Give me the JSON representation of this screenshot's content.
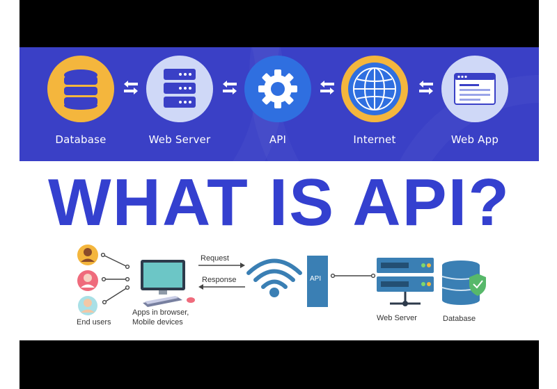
{
  "banner": {
    "items": [
      {
        "label": "Database",
        "icon": "database-icon",
        "ring": "#f4b63d"
      },
      {
        "label": "Web Server",
        "icon": "server-icon",
        "ring": "#cfd8f7"
      },
      {
        "label": "API",
        "icon": "gear-icon",
        "ring": "#2f6fe0"
      },
      {
        "label": "Internet",
        "icon": "globe-icon",
        "ring": "#f4b63d"
      },
      {
        "label": "Web App",
        "icon": "browser-window-icon",
        "ring": "#cfd8f7"
      }
    ],
    "background": "#3a40c6",
    "label_color": "#ffffff"
  },
  "headline": {
    "text": "WHAT IS API?",
    "color": "#3440cf"
  },
  "diagram": {
    "end_users_label": "End users",
    "apps_label_line1": "Apps in browser,",
    "apps_label_line2": "Mobile devices",
    "request_label": "Request",
    "response_label": "Response",
    "api_label": "API",
    "web_server_label": "Web Server",
    "database_label": "Database",
    "icons": [
      "user-avatar-icon",
      "computer-monitor-icon",
      "keyboard-icon",
      "mouse-icon",
      "wifi-icon",
      "server-rack-icon",
      "database-shield-icon"
    ],
    "accent": "#3a7fb4"
  }
}
